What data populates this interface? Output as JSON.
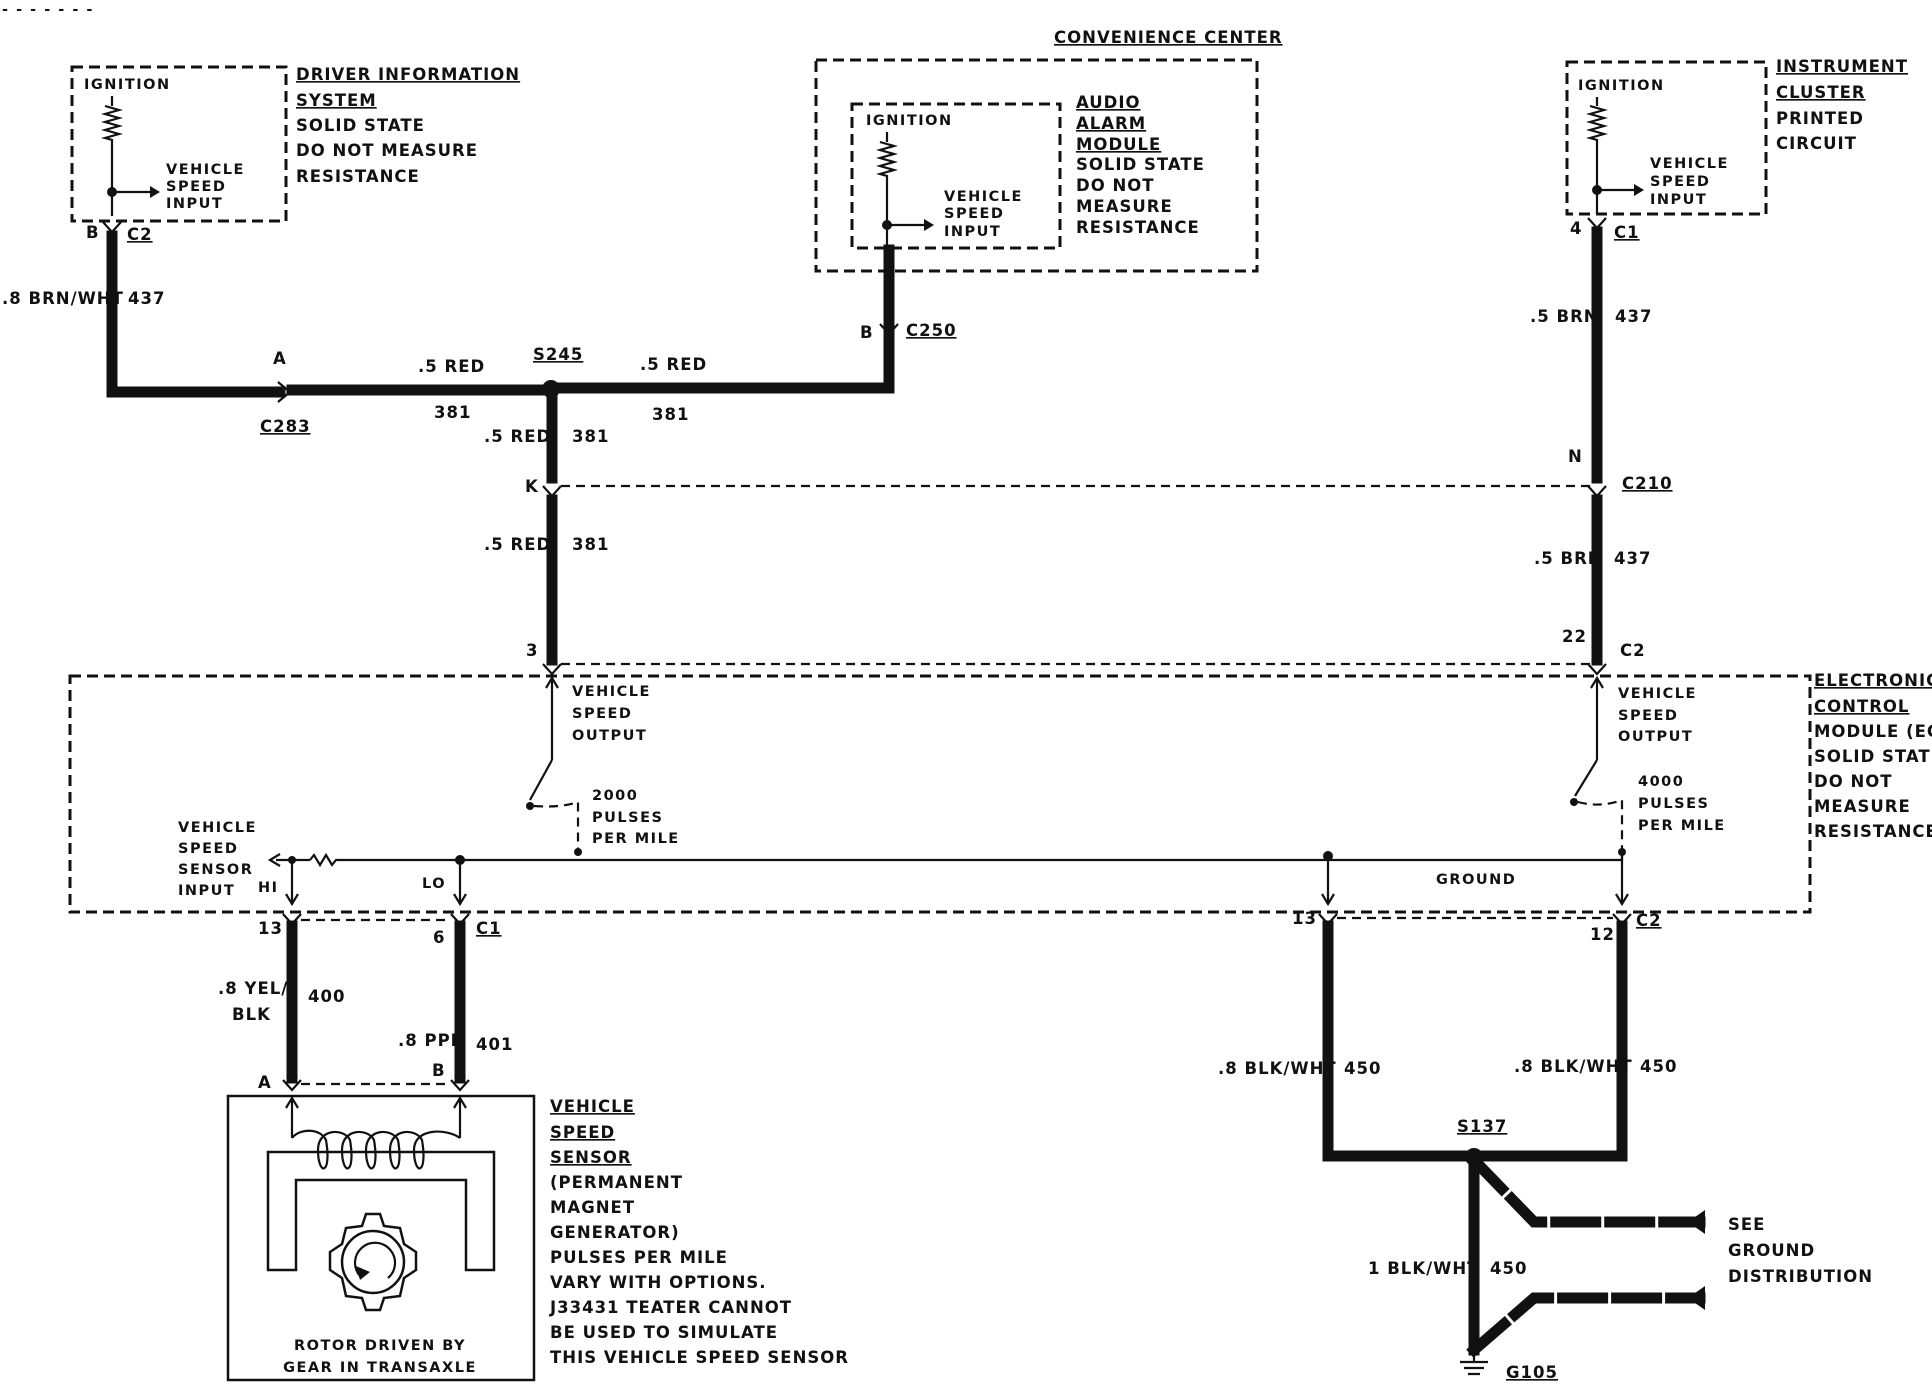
{
  "top_fragment": "- - - - -  - -",
  "modules": {
    "driver_info": {
      "box_label": "IGNITION",
      "input_label": [
        "VEHICLE",
        "SPEED",
        "INPUT"
      ],
      "title": [
        "DRIVER INFORMATION",
        "SYSTEM"
      ],
      "notes": [
        "SOLID STATE",
        "DO NOT MEASURE",
        "RESISTANCE"
      ]
    },
    "convenience": {
      "title": "CONVENIENCE CENTER",
      "box_label": "IGNITION",
      "input_label": [
        "VEHICLE",
        "SPEED",
        "INPUT"
      ],
      "subtitle": [
        "AUDIO",
        "ALARM",
        "MODULE"
      ],
      "notes": [
        "SOLID STATE",
        "DO NOT",
        "MEASURE",
        "RESISTANCE"
      ]
    },
    "instrument": {
      "box_label": "IGNITION",
      "input_label": [
        "VEHICLE",
        "SPEED",
        "INPUT"
      ],
      "title": [
        "INSTRUMENT",
        "CLUSTER"
      ],
      "notes": [
        "PRINTED",
        "CIRCUIT"
      ]
    },
    "ecm": {
      "title": [
        "ELECTRONIC",
        "CONTROL",
        "MODULE (ECM)"
      ],
      "notes": [
        "SOLID STATE",
        "DO NOT",
        "MEASURE",
        "RESISTANCE"
      ],
      "output_label": [
        "VEHICLE",
        "SPEED",
        "OUTPUT"
      ],
      "pulses_2000": [
        "2000",
        "PULSES",
        "PER MILE"
      ],
      "pulses_4000": [
        "4000",
        "PULSES",
        "PER MILE"
      ],
      "sensor_input": [
        "VEHICLE",
        "SPEED",
        "SENSOR",
        "INPUT"
      ],
      "hi": "HI",
      "lo": "LO",
      "ground": "GROUND"
    },
    "sensor": {
      "rotor": [
        "ROTOR DRIVEN BY",
        "GEAR IN TRANSAXLE"
      ],
      "description": [
        "VEHICLE",
        "SPEED",
        "SENSOR",
        "(PERMANENT",
        "MAGNET",
        "GENERATOR)",
        "PULSES PER MILE",
        "VARY WITH OPTIONS.",
        "J33431 TEATER CANNOT",
        "BE USED TO SIMULATE",
        "THIS VEHICLE SPEED SENSOR"
      ]
    }
  },
  "connectors": {
    "c2_dis": {
      "pin": "B",
      "name": "C2"
    },
    "c283": {
      "pin": "A",
      "name": "C283"
    },
    "s245": "S245",
    "c250": {
      "pin": "B",
      "name": "C250"
    },
    "c1_ic": {
      "pin": "4",
      "name": "C1"
    },
    "c210": {
      "pin_left": "K",
      "pin_right": "N",
      "name": "C210"
    },
    "ecm_left_pin": "3",
    "ecm_c2": {
      "pin": "22",
      "name": "C2"
    },
    "ecm_c1": {
      "pin_hi": "13",
      "pin_lo": "6",
      "name": "C1"
    },
    "ecm_c2_bottom": {
      "pin_left": "13",
      "pin_right": "12",
      "name": "C2"
    },
    "sensor_pins": {
      "a": "A",
      "b": "B"
    },
    "s137": "S137",
    "g105": "G105"
  },
  "wires": {
    "w_dis": {
      "color": ".8 BRN/WHT",
      "circuit": "437"
    },
    "w_red_left": {
      "color": ".5 RED",
      "circuit": "381"
    },
    "w_red_right": {
      "color": ".5 RED",
      "circuit": "381"
    },
    "w_red_down1": {
      "color": ".5 RED",
      "circuit": "381"
    },
    "w_red_down2": {
      "color": ".5 RED",
      "circuit": "381"
    },
    "w_brn_up": {
      "color": ".5 BRN",
      "circuit": "437"
    },
    "w_brn_down": {
      "color": ".5 BRN",
      "circuit": "437"
    },
    "w_yel": {
      "color": [
        ".8 YEL/",
        "BLK"
      ],
      "circuit": "400"
    },
    "w_ppl": {
      "color": ".8 PPL",
      "circuit": "401"
    },
    "w_blk_left": {
      "color": ".8 BLK/WHT",
      "circuit": "450"
    },
    "w_blk_right": {
      "color": ".8 BLK/WHT",
      "circuit": "450"
    },
    "w_blk_ground": {
      "color": "1 BLK/WHT",
      "circuit": "450"
    }
  },
  "see_ground": [
    "SEE",
    "GROUND",
    "DISTRIBUTION"
  ]
}
